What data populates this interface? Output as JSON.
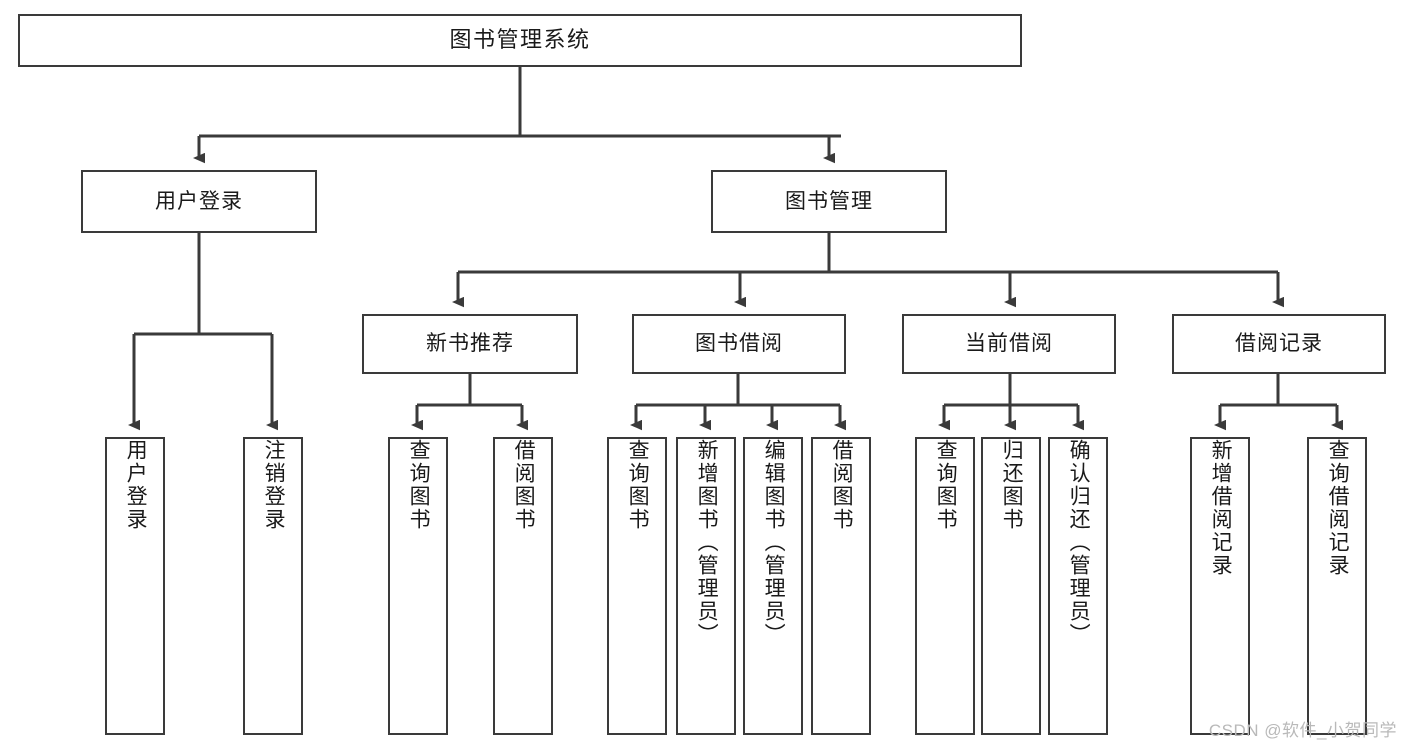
{
  "diagram": {
    "title": "图书管理系统",
    "type": "hierarchy-tree",
    "root": {
      "id": "root",
      "label": "图书管理系统"
    },
    "level2": [
      {
        "id": "user-login",
        "label": "用户登录"
      },
      {
        "id": "book-manage",
        "label": "图书管理"
      }
    ],
    "level3": [
      {
        "id": "new-book-recommend",
        "label": "新书推荐"
      },
      {
        "id": "book-borrow",
        "label": "图书借阅"
      },
      {
        "id": "current-borrow",
        "label": "当前借阅"
      },
      {
        "id": "borrow-record",
        "label": "借阅记录"
      }
    ],
    "leaves": [
      {
        "id": "leaf-user-login",
        "label": "用户登录",
        "parent": "user-login"
      },
      {
        "id": "leaf-user-logout",
        "label": "注销登录",
        "parent": "user-login"
      },
      {
        "id": "leaf-query-book-1",
        "label": "查询图书",
        "parent": "new-book-recommend"
      },
      {
        "id": "leaf-borrow-book-1",
        "label": "借阅图书",
        "parent": "new-book-recommend"
      },
      {
        "id": "leaf-query-book-2",
        "label": "查询图书",
        "parent": "book-borrow"
      },
      {
        "id": "leaf-add-book",
        "label": "新增图书（管理员）",
        "parent": "book-borrow"
      },
      {
        "id": "leaf-edit-book",
        "label": "编辑图书（管理员）",
        "parent": "book-borrow"
      },
      {
        "id": "leaf-borrow-book-2",
        "label": "借阅图书",
        "parent": "book-borrow"
      },
      {
        "id": "leaf-query-book-3",
        "label": "查询图书",
        "parent": "current-borrow"
      },
      {
        "id": "leaf-return-book",
        "label": "归还图书",
        "parent": "current-borrow"
      },
      {
        "id": "leaf-confirm-return",
        "label": "确认归还（管理员）",
        "parent": "current-borrow"
      },
      {
        "id": "leaf-add-record",
        "label": "新增借阅记录",
        "parent": "borrow-record"
      },
      {
        "id": "leaf-query-record",
        "label": "查询借阅记录",
        "parent": "borrow-record"
      }
    ],
    "colors": {
      "stroke": "#3a3a3a",
      "fill": "#ffffff",
      "text": "#1a1a1a",
      "watermark": "#b9b9b9"
    }
  },
  "watermark": {
    "text": "CSDN @软件_小贺同学"
  }
}
